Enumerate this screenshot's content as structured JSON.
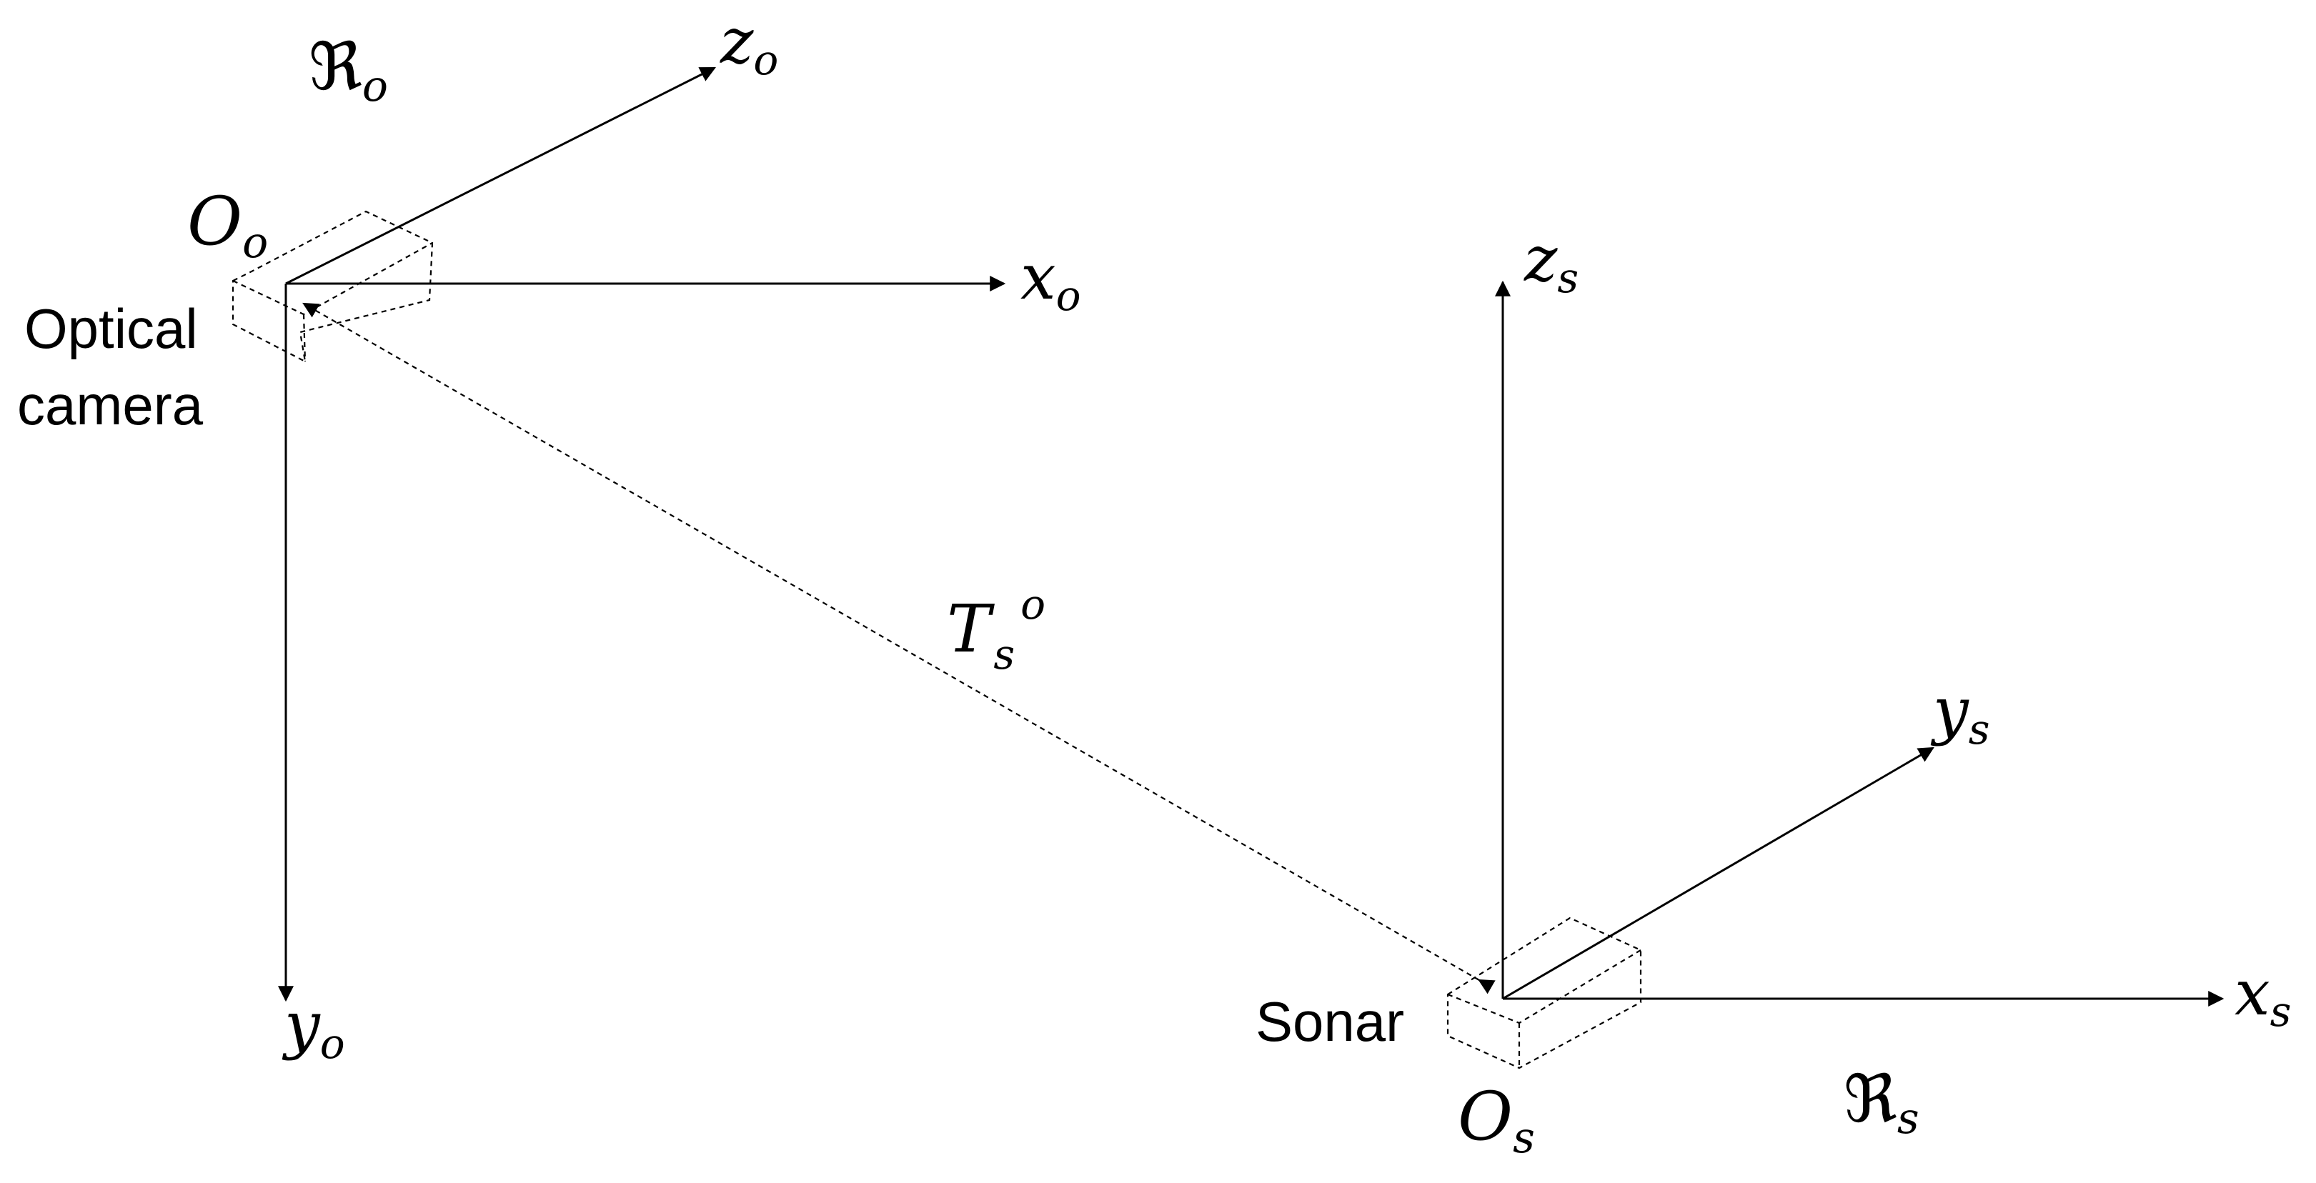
{
  "labels": {
    "frame_o": {
      "main": "ℜ",
      "sub": "o"
    },
    "frame_s": {
      "main": "ℜ",
      "sub": "s"
    },
    "origin_o": {
      "main": "O",
      "sub": "o"
    },
    "origin_s": {
      "main": "O",
      "sub": "s"
    },
    "axis_xo": {
      "main": "x",
      "sub": "o"
    },
    "axis_yo": {
      "main": "y",
      "sub": "o"
    },
    "axis_zo": {
      "main": "z",
      "sub": "o"
    },
    "axis_xs": {
      "main": "x",
      "sub": "s"
    },
    "axis_ys": {
      "main": "y",
      "sub": "s"
    },
    "axis_zs": {
      "main": "z",
      "sub": "s"
    },
    "transform": {
      "main": "T",
      "sub": "s",
      "sup": "o"
    },
    "camera_line1": "Optical",
    "camera_line2": "camera",
    "sonar": "Sonar"
  }
}
